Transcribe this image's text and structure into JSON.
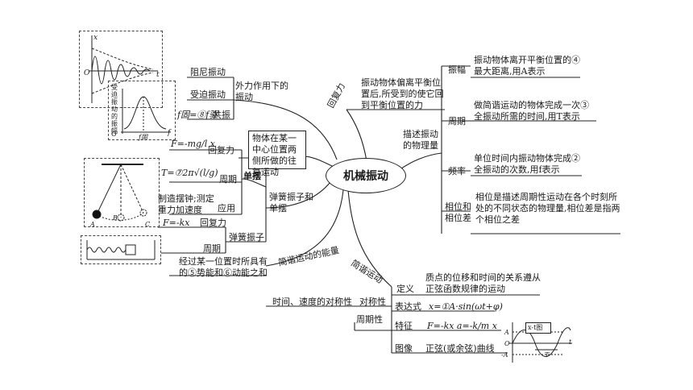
{
  "center": "机械振动",
  "forced": {
    "branch_label": "外力作用下的振动",
    "damped": "阻尼振动",
    "forced_vib": "受迫振动",
    "resonance_cond": "f固=⑧f驱",
    "resonance": "共振",
    "graph_y_label": "受迫振动的振幅",
    "graph_x_label": "f",
    "graph_origin": "O",
    "graph_f0": "f固"
  },
  "damped_graph": {
    "y_label": "x",
    "t_label": "t",
    "origin": "O"
  },
  "restoring": {
    "label": "回复力",
    "definition": "振动物体偏离平衡位置后,所受到的使它回到平衡位置的力"
  },
  "vibration_def": "物体在某一中心位置两侧所做的往复运动",
  "pendulum": {
    "force": "F=-mg/l x",
    "force_label": "回复力",
    "period_formula": "T=⑦2π√(l/g)",
    "period_label": "周期",
    "name": "单摆",
    "application": "制造摆钟;测定重力加速度",
    "application_label": "应用",
    "pts": [
      "A",
      "B",
      "C"
    ]
  },
  "spring_pendulum": {
    "branch_label": "弹簧振子和单摆",
    "force": "F=-kx",
    "force_label": "回复力",
    "name": "弹簧振子",
    "period_label": "周期"
  },
  "energy": {
    "label": "简谐运动的能量",
    "desc_line1": "经过某一位置时所具有",
    "desc_line2": "的⑤势能和⑥动能之和"
  },
  "quantities": {
    "label": "描述振动的物理量",
    "amplitude": "振幅",
    "amplitude_desc": "振动物体离开平衡位置的④最大距离,用A表示",
    "period": "周期",
    "period_desc": "做简谐运动的物体完成一次③全振动所需的时间,用T表示",
    "frequency": "频率",
    "frequency_desc": "单位时间内振动物体完成②全振动的次数,用f表示",
    "phase": "相位和相位差",
    "phase_desc": "相位是描述周期性运动在各个时刻所处的不同状态的物理量,相位差是指两个相位之差"
  },
  "shm": {
    "label": "简谐运动",
    "definition": "定义",
    "definition_desc": "质点的位移和时间的关系遵从正弦函数规律的运动",
    "expression": "表达式",
    "expression_desc": "x=①A·sin(ωt+φ)",
    "symmetry": "对称性",
    "symmetry_desc": "时间、速度的对称性",
    "periodicity": "周期性",
    "feature": "特征",
    "feature_desc": "F=-kx     a=-k/m x",
    "image": "图像",
    "image_desc": "正弦(或余弦)曲线",
    "graph_box": "x-t图",
    "graph_A": "A",
    "graph_O": "O",
    "graph_negA": "-A",
    "graph_T": "T",
    "graph_t": "t"
  }
}
